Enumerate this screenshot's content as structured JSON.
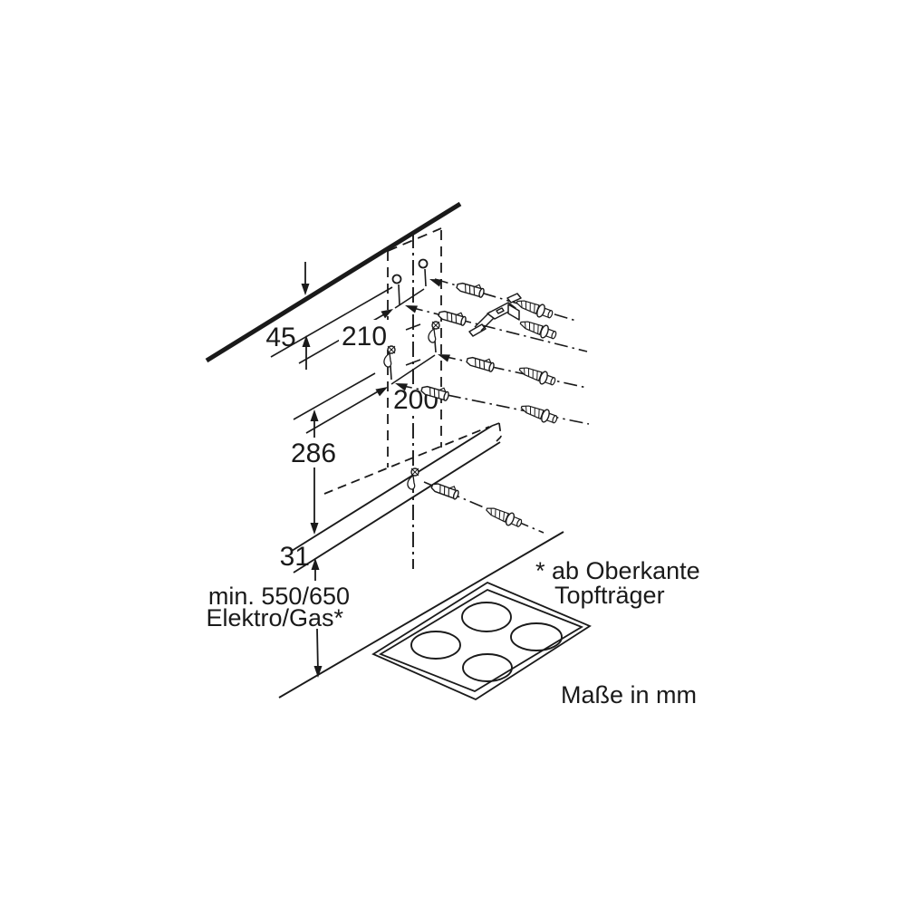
{
  "diagram": {
    "title_hidden": "Wall hood mounting diagram",
    "dimensions": {
      "ceiling_gap": "45",
      "top_hole_spacing": "210",
      "lower_hole_spacing": "200",
      "holes_to_bottom_edge": "286",
      "bottom_lip_height": "31",
      "min_distance_line1": "min. 550/650",
      "min_distance_line2": "Elektro/Gas*"
    },
    "notes": {
      "asterisk_line1": "* ab Oberkante",
      "asterisk_line2": "Topfträger",
      "units": "Maße in mm"
    },
    "colors": {
      "ink": "#1a1a1a",
      "background": "#ffffff"
    }
  }
}
